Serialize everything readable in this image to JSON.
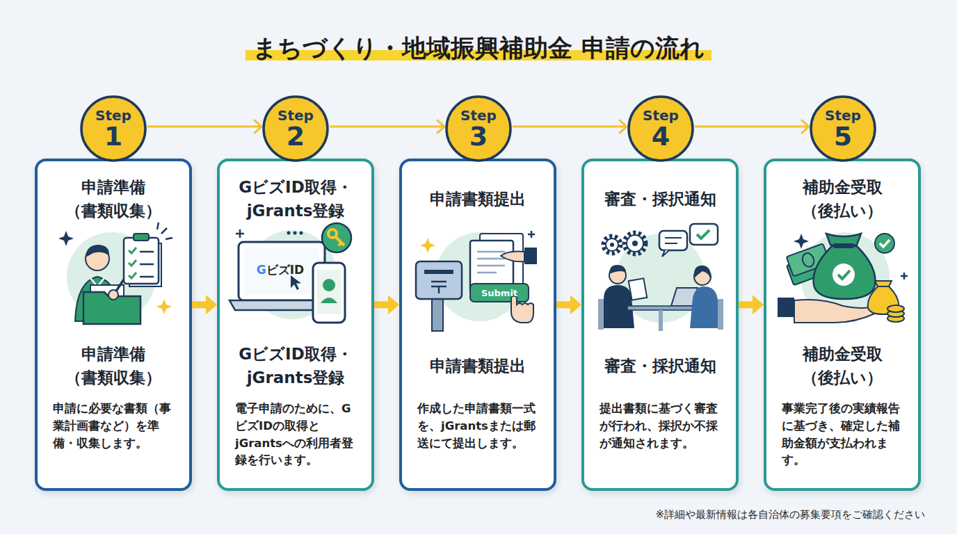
{
  "diagram": {
    "title": "まちづくり・地域振興補助金 申請の流れ",
    "nodes": [
      {
        "text": [
          "Step",
          "1"
        ]
      },
      {
        "text": [
          "申請準備 （書類収集）",
          "申請準備 （書類収集）",
          "申請に必要な書類（事業計画書など）を準備・収集します。"
        ]
      },
      {
        "text": [
          "Step",
          "2"
        ]
      },
      {
        "text": [
          "GビズID取得・ jGrants登録",
          "GビズID取得・ jGrants登録",
          "電子申請のために、GビズIDの取得とjGrantsへの利用者登録を行います。"
        ]
      },
      {
        "text": [
          "Step",
          "3"
        ]
      },
      {
        "text": [
          "申請書類提出",
          "申請書類提出",
          "作成した申請書類一式を、jGrantsまたは郵送にて提出します。"
        ]
      },
      {
        "text": [
          "Step",
          "4"
        ]
      },
      {
        "text": [
          "審査・採択通知",
          "審査・採択通知",
          "提出書類に基づく審査が行われ、採択か不採が通知されます。"
        ]
      },
      {
        "text": [
          "Step",
          "5"
        ]
      },
      {
        "text": [
          "補助金受取 （後払い）",
          "補助金受取 （後払い）",
          "事業完了後の実績報告に基づき、確定した補助金額が支払われます。"
        ]
      }
    ],
    "edges": [
      {
        "from": 0,
        "to": 2,
        "arrow": "to"
      },
      {
        "from": 2,
        "to": 4,
        "arrow": "to"
      },
      {
        "from": 4,
        "to": 6,
        "arrow": "to"
      },
      {
        "from": 6,
        "to": 8,
        "arrow": "to"
      },
      {
        "from": 1,
        "to": 3,
        "arrow": "to"
      },
      {
        "from": 3,
        "to": 5,
        "arrow": "to"
      },
      {
        "from": 5,
        "to": 7,
        "arrow": "to"
      },
      {
        "from": 7,
        "to": 9,
        "arrow": "to"
      }
    ],
    "labels": [
      "GビズID",
      "Submit",
      "※詳細や最新情報は各自治体の募集要項をご確認ください"
    ]
  }
}
